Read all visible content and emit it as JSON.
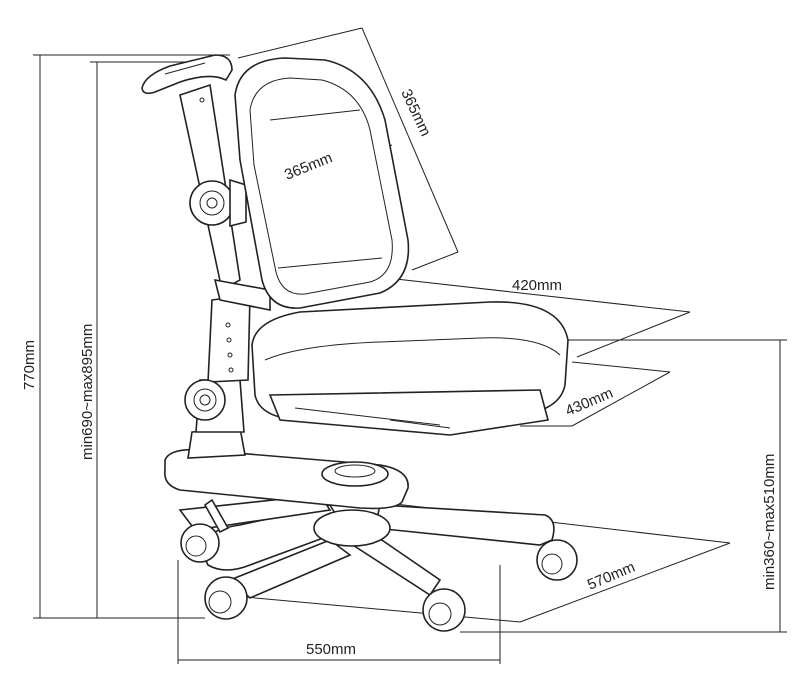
{
  "dimensions": {
    "overall_height": "770mm",
    "seat_height_range": "min690~max895mm",
    "backrest_height": "365mm",
    "backrest_width": "365mm",
    "seat_depth": "420mm",
    "seat_width": "430mm",
    "seat_floor_range": "min360~max510mm",
    "base_diameter": "570mm",
    "base_width": "550mm"
  }
}
